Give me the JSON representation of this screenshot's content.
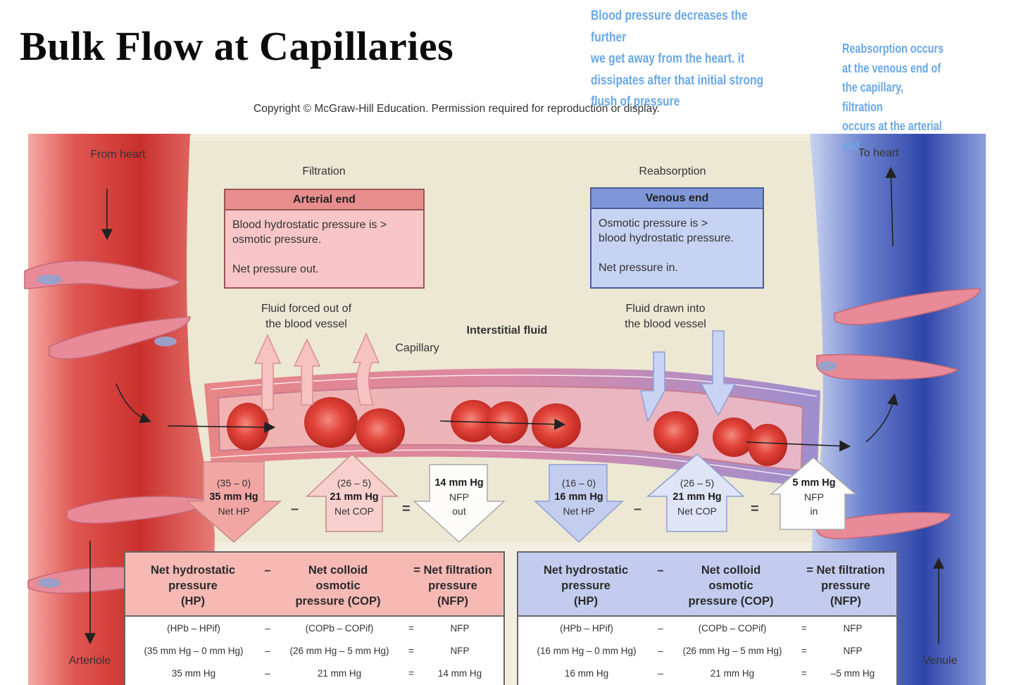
{
  "title": "Bulk Flow at Capillaries",
  "notes": {
    "pressure_note": [
      "Blood pressure decreases the further",
      "we get away from the heart. it",
      "dissipates after that initial strong",
      "flush of pressure"
    ],
    "reabsorption_note": [
      "Reabsorption occurs",
      "at the venous end of",
      "the capillary, filtration",
      "occurs at the arterial",
      "end"
    ]
  },
  "copyright": "Copyright © McGraw-Hill Education. Permission required for reproduction or display.",
  "labels": {
    "from_heart": "From heart",
    "to_heart": "To heart",
    "filtration": "Filtration",
    "reabsorption": "Reabsorption",
    "interstitial_fluid": "Interstitial fluid",
    "capillary": "Capillary",
    "fluid_out": [
      "Fluid forced out of",
      "the blood vessel"
    ],
    "fluid_in": [
      "Fluid drawn into",
      "the blood vessel"
    ],
    "arteriole": "Arteriole",
    "venule": "Venule"
  },
  "arterial_box": {
    "header": "Arterial end",
    "line1": "Blood hydrostatic pressure is >",
    "line2": "osmotic pressure.",
    "line3": "Net pressure out."
  },
  "venous_box": {
    "header": "Venous end",
    "line1": "Osmotic pressure is >",
    "line2": "blood hydrostatic pressure.",
    "line3": "Net pressure in."
  },
  "arterial_calc": {
    "hp": {
      "expr": "(35 – 0)",
      "value": "35 mm Hg",
      "label": "Net HP"
    },
    "cop": {
      "expr": "(26 – 5)",
      "value": "21 mm Hg",
      "label": "Net COP"
    },
    "nfp": {
      "value": "14 mm Hg",
      "label": "NFP",
      "dir": "out"
    },
    "minus": "–",
    "equals": "="
  },
  "venous_calc": {
    "hp": {
      "expr": "(16 – 0)",
      "value": "16 mm Hg",
      "label": "Net HP"
    },
    "cop": {
      "expr": "(26 – 5)",
      "value": "21 mm Hg",
      "label": "Net COP"
    },
    "nfp": {
      "value": "5 mm Hg",
      "label": "NFP",
      "dir": "in"
    },
    "minus": "–",
    "equals": "="
  },
  "table_left": {
    "headers": [
      [
        "Net hydrostatic",
        "pressure",
        "(HP)"
      ],
      [
        "–"
      ],
      [
        "Net colloid",
        "osmotic",
        "pressure (COP)"
      ],
      [
        "= Net filtration",
        "pressure",
        "(NFP)"
      ]
    ],
    "rows": [
      [
        "(HPb – HPif)",
        "–",
        "(COPb – COPif)",
        "=",
        "NFP"
      ],
      [
        "(35 mm Hg – 0 mm Hg)",
        "–",
        "(26 mm Hg – 5 mm Hg)",
        "=",
        "NFP"
      ],
      [
        "35 mm Hg",
        "–",
        "21 mm Hg",
        "=",
        "14 mm Hg"
      ]
    ]
  },
  "table_right": {
    "headers": [
      [
        "Net hydrostatic",
        "pressure",
        "(HP)"
      ],
      [
        "–"
      ],
      [
        "Net colloid",
        "osmotic",
        "pressure (COP)"
      ],
      [
        "= Net filtration",
        "pressure",
        "(NFP)"
      ]
    ],
    "rows": [
      [
        "(HPb – HPif)",
        "–",
        "(COPb – COPif)",
        "=",
        "NFP"
      ],
      [
        "(16 mm Hg – 0 mm Hg)",
        "–",
        "(26 mm Hg – 5 mm Hg)",
        "=",
        "NFP"
      ],
      [
        "16 mm Hg",
        "–",
        "21 mm Hg",
        "=",
        "–5 mm Hg"
      ]
    ]
  },
  "colors": {
    "arteriole": "#d5413f",
    "venule": "#3b4fae",
    "arterial_box": "#f8c6c6",
    "venous_box": "#c7d3f2",
    "note_text": "#6aa8e6"
  }
}
